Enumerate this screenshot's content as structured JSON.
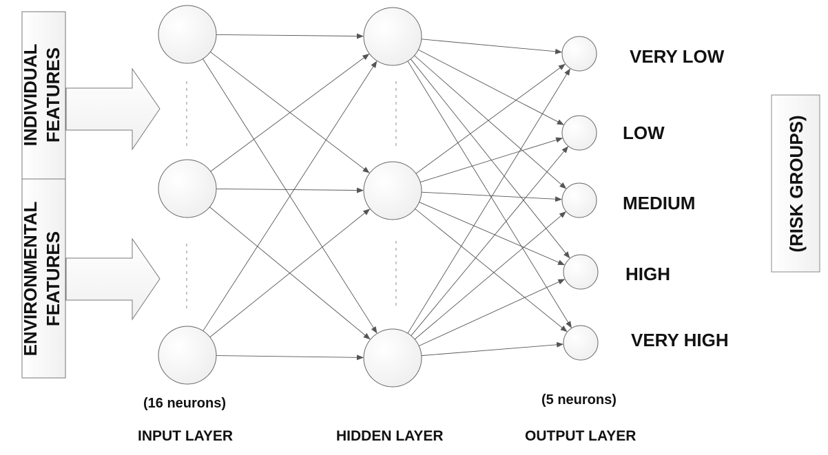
{
  "input_side": {
    "individual": {
      "line1": "INDIVIDUAL",
      "line2": "FEATURES"
    },
    "environmental": {
      "line1": "ENVIRONMENTAL",
      "line2": "FEATURES"
    }
  },
  "outputs": [
    "VERY LOW",
    "LOW",
    "MEDIUM",
    "HIGH",
    "VERY HIGH"
  ],
  "risk_groups": "(RISK GROUPS)",
  "neuron_counts": {
    "input": "(16 neurons)",
    "output": "(5 neurons)"
  },
  "layers": {
    "input": "INPUT LAYER",
    "hidden": "HIDDEN LAYER",
    "output": "OUTPUT LAYER"
  },
  "colors": {
    "stroke": "#555555",
    "node_fill": "#f7f7f7",
    "text": "#111111"
  }
}
